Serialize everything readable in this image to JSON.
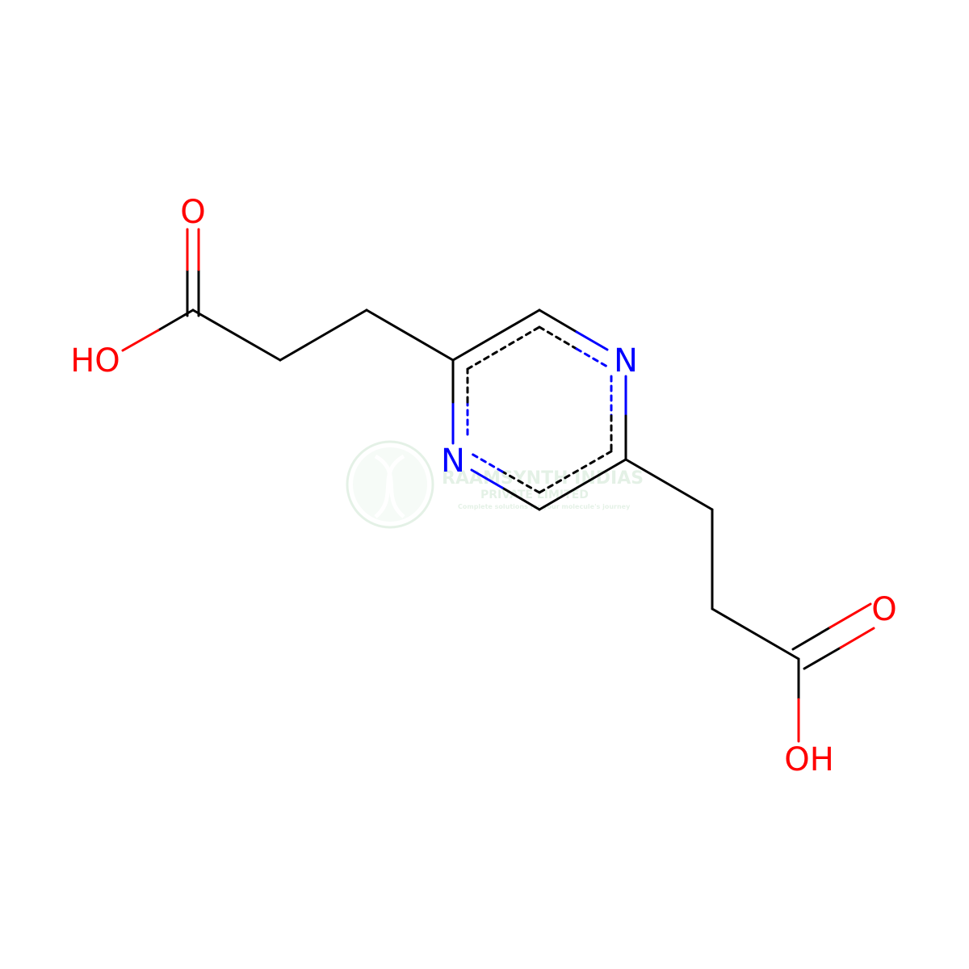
{
  "diagram": {
    "type": "chemical-structure",
    "atom_labels": {
      "o_top": "O",
      "oh_left": "HO",
      "n_upper": "N",
      "n_lower": "N",
      "o_right": "O",
      "oh_bottom": "OH"
    },
    "colors": {
      "bond": "#000000",
      "oxygen": "#FF0000",
      "nitrogen": "#0000FF",
      "watermark": "#3a9a4a"
    }
  },
  "watermark": {
    "line1": "RAAMSYNTH INDIAS",
    "line2": "PRIVATE LIMITED",
    "tagline": "Complete solutions for your molecule's journey"
  }
}
